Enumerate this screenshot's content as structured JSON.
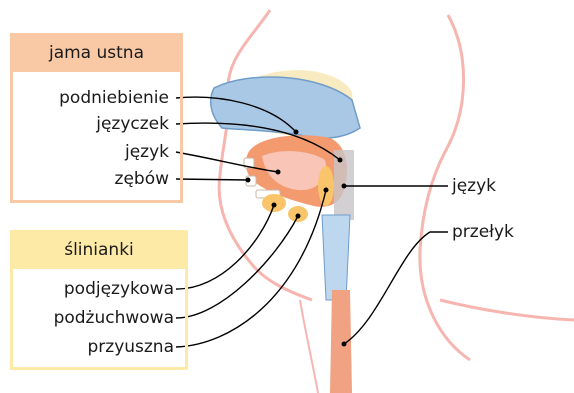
{
  "groups": {
    "mouth": {
      "title": "jama ustna",
      "header_color": "#f9c9a6",
      "border_color": "#f9c9a6",
      "items": [
        "podniebienie",
        "języczek",
        "język",
        "zębów"
      ]
    },
    "glands": {
      "title": "ślinianki",
      "header_color": "#fdeaa6",
      "border_color": "#fdeaa6",
      "items": [
        "podjęzykowa",
        "podżuchwowa",
        "przyuszna"
      ]
    }
  },
  "right_labels": [
    "język",
    "przełyk"
  ],
  "colors": {
    "skin_outline": "#f7b5b0",
    "palate": "#a9c8e6",
    "palate_stroke": "#6f9cc9",
    "tongue": "#f39a6e",
    "gland": "#f9c46a",
    "esophagus": "#f0a283",
    "bone": "#f6e3a6",
    "leader": "#000000"
  }
}
